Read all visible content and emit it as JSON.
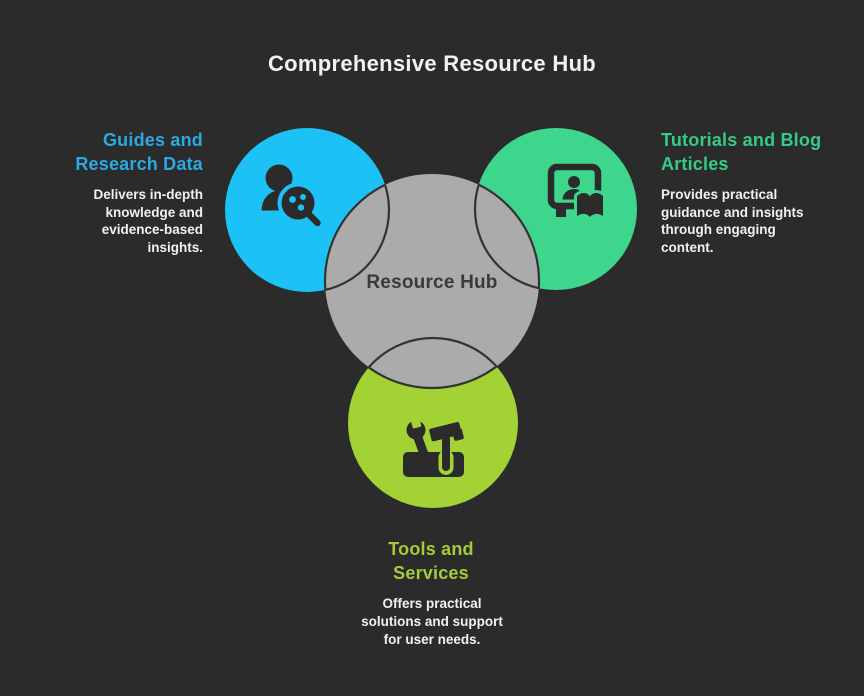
{
  "title": "Comprehensive Resource Hub",
  "hub": {
    "label": "Resource Hub",
    "fill": "#ababab",
    "text_color": "#3a3a3a"
  },
  "nodes": [
    {
      "id": "guides",
      "heading": "Guides and\nResearch Data",
      "description": "Delivers in-depth\nknowledge and\nevidence-based\ninsights.",
      "fill": "#1cc1f5",
      "heading_color": "#2aa9e2",
      "icon": "person-magnifier-icon"
    },
    {
      "id": "tutorials",
      "heading": "Tutorials and Blog\nArticles",
      "description": "Provides practical\nguidance and insights\nthrough engaging\ncontent.",
      "fill": "#3ed68d",
      "heading_color": "#35cb87",
      "icon": "screen-person-book-icon"
    },
    {
      "id": "tools",
      "heading": "Tools and\nServices",
      "description": "Offers practical\nsolutions and support\nfor user needs.",
      "fill": "#a3d234",
      "heading_color": "#a3cc38",
      "icon": "toolbox-icon"
    }
  ],
  "colors": {
    "background": "#2b2b2b",
    "title_text": "#f2f2f2",
    "description_text": "#f1f1f1",
    "arc_stroke": "#333333",
    "icon_ink": "#2b2b2b"
  }
}
